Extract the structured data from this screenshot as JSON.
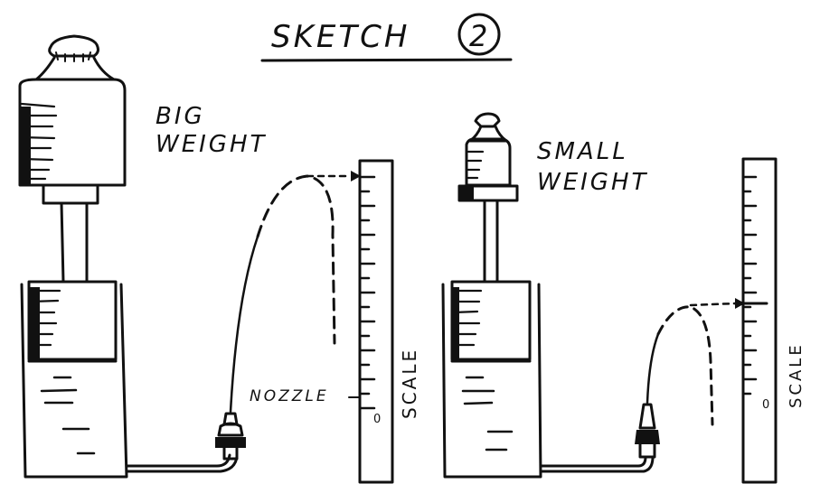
{
  "title": "SKETCH",
  "title_number": "2",
  "left": {
    "weight_label_line1": "BIG",
    "weight_label_line2": "WEIGHT",
    "nozzle_label": "NOZZLE",
    "scale_label": "SCALE",
    "scale_zero": "0"
  },
  "right": {
    "weight_label_line1": "SMALL",
    "weight_label_line2": "WEIGHT",
    "scale_label": "SCALE",
    "scale_zero": "0"
  },
  "colors": {
    "ink": "#111111",
    "paper": "#ffffff"
  }
}
